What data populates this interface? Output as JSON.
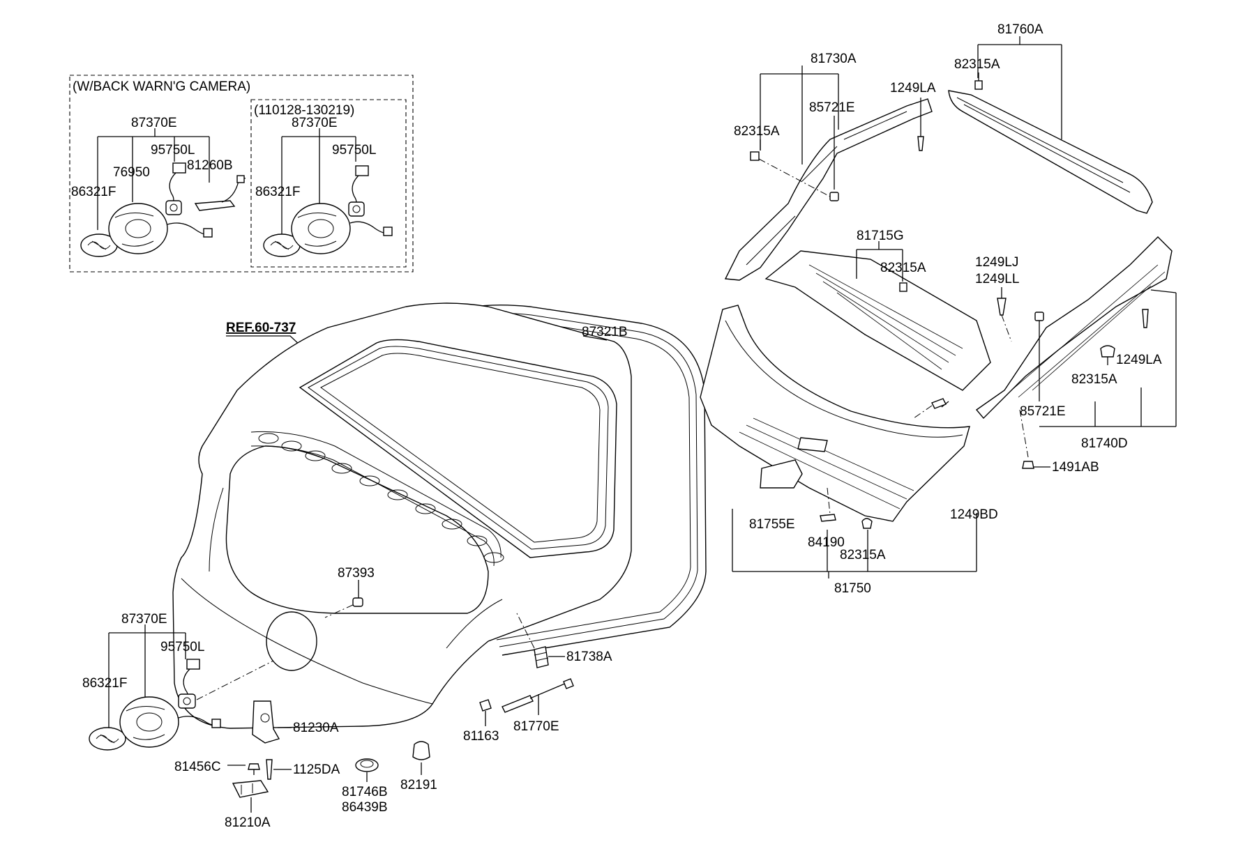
{
  "labels": {
    "box_outer_title": "(W/BACK WARN'G CAMERA)",
    "box_inner_title": "(110128-130219)",
    "ref": "REF.60-737",
    "p87370E_a": "87370E",
    "p95750L_a": "95750L",
    "p76950": "76950",
    "p81260B": "81260B",
    "p86321F_a": "86321F",
    "p87370E_b": "87370E",
    "p95750L_b": "95750L",
    "p86321F_b": "86321F",
    "p87321B": "87321B",
    "p87393": "87393",
    "p87370E_c": "87370E",
    "p95750L_c": "95750L",
    "p86321F_c": "86321F",
    "p81738A": "81738A",
    "p81230A": "81230A",
    "p81456C": "81456C",
    "p1125DA": "1125DA",
    "p81210A": "81210A",
    "p81746B": "81746B",
    "p86439B": "86439B",
    "p82191": "82191",
    "p81163": "81163",
    "p81770E": "81770E",
    "p81760A": "81760A",
    "p82315A_a": "82315A",
    "p81730A": "81730A",
    "p1249LA_a": "1249LA",
    "p85721E_a": "85721E",
    "p82315A_b": "82315A",
    "p81715G": "81715G",
    "p82315A_c": "82315A",
    "p1249LJ": "1249LJ",
    "p1249LL": "1249LL",
    "p1249LA_b": "1249LA",
    "p82315A_d": "82315A",
    "p85721E_b": "85721E",
    "p81740D": "81740D",
    "p1491AB": "1491AB",
    "p81755E": "81755E",
    "p84190": "84190",
    "p82315A_e": "82315A",
    "p1249BD": "1249BD",
    "p81750": "81750"
  }
}
